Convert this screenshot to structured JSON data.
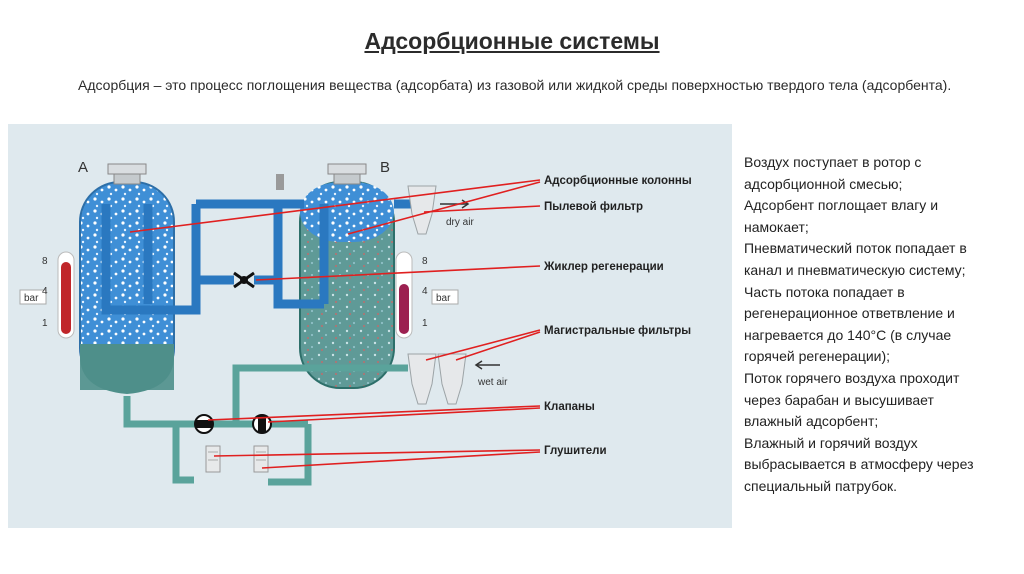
{
  "title": "Адсорбционные системы",
  "intro": "Адсорбция – это процесс поглощения вещества (адсорбата) из газовой или жидкой среды поверхностью твердого тела (адсорбента).",
  "diagram": {
    "tank_a": "A",
    "tank_b": "B",
    "gauge_unit": "bar",
    "gauge_scale": [
      "8",
      "4",
      "1"
    ],
    "dry_air": "dry air",
    "wet_air": "wet air",
    "labels": {
      "columns": "Адсорбционные колонны",
      "dust_filter": "Пылевой фильтр",
      "jet": "Жиклер регенерации",
      "main_filters": "Магистральные фильтры",
      "valves": "Клапаны",
      "silencers": "Глушители"
    },
    "colors": {
      "tank_blue": "#3f8fd6",
      "tank_teal": "#4f8f8c",
      "pipe_blue": "#3f8fd6",
      "pipe_green": "#5aa39b",
      "leader_red": "#e02020",
      "gauge_red": "#c0262a",
      "background": "#dfe9ee"
    }
  },
  "description": [
    "Воздух поступает в ротор с",
    "адсорбционной смесью;",
    "Адсорбент поглощает влагу и",
    "намокает;",
    "Пневматический поток попадает в",
    "канал и пневматическую систему;",
    "Часть потока попадает в",
    "регенерационное ответвление и",
    "нагревается до 140°С (в случае",
    "горячей регенерации);",
    "Поток горячего воздуха проходит",
    "через барабан и высушивает",
    "влажный адсорбент;",
    "Влажный и горячий воздух",
    "выбрасывается в атмосферу через",
    "специальный патрубок."
  ]
}
